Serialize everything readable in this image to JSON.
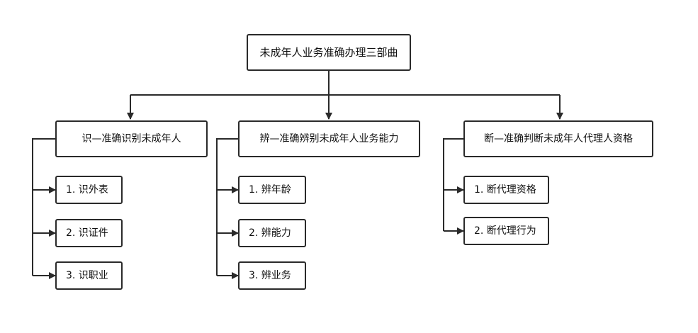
{
  "root": {
    "label": "未成年人业务准确办理三部曲"
  },
  "branches": [
    {
      "label": "识—准确识别未成年人",
      "items": [
        "1. 识外表",
        "2. 识证件",
        "3. 识职业"
      ]
    },
    {
      "label": "辨—准确辨别未成年人业务能力",
      "items": [
        "1. 辨年龄",
        "2. 辨能力",
        "3. 辨业务"
      ]
    },
    {
      "label": "断—准确判断未成年人代理人资格",
      "items": [
        "1. 断代理资格",
        "2. 断代理行为"
      ]
    }
  ],
  "colors": {
    "line": "#2a2a2a",
    "border": "#2a2a2a",
    "text": "#111111"
  }
}
